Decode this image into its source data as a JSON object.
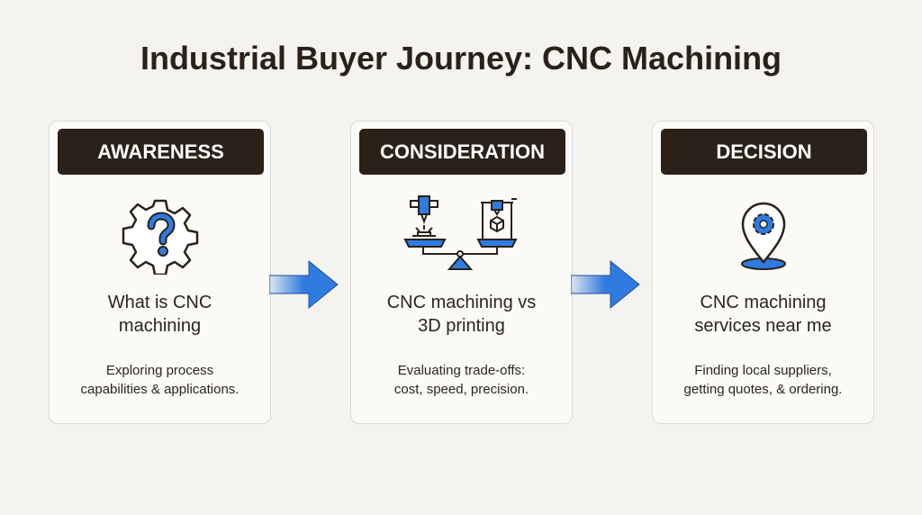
{
  "title": "Industrial Buyer Journey: CNC Machining",
  "stages": [
    {
      "label": "AWARENESS",
      "query_line1": "What is CNC",
      "query_line2": "machining",
      "desc_line1": "Exploring process",
      "desc_line2": "capabilities & applications.",
      "icon": "gear-question-icon"
    },
    {
      "label": "CONSIDERATION",
      "query_line1": "CNC machining vs",
      "query_line2": "3D printing",
      "desc_line1": "Evaluating trade-offs:",
      "desc_line2": "cost, speed, precision.",
      "icon": "balance-scale-cnc-vs-3d-printer-icon"
    },
    {
      "label": "DECISION",
      "query_line1": "CNC machining",
      "query_line2": "services near me",
      "desc_line1": "Finding local suppliers,",
      "desc_line2": "getting quotes, & ordering.",
      "icon": "location-pin-gear-icon"
    }
  ],
  "colors": {
    "accent": "#2f7be0",
    "header": "#2a2119"
  }
}
